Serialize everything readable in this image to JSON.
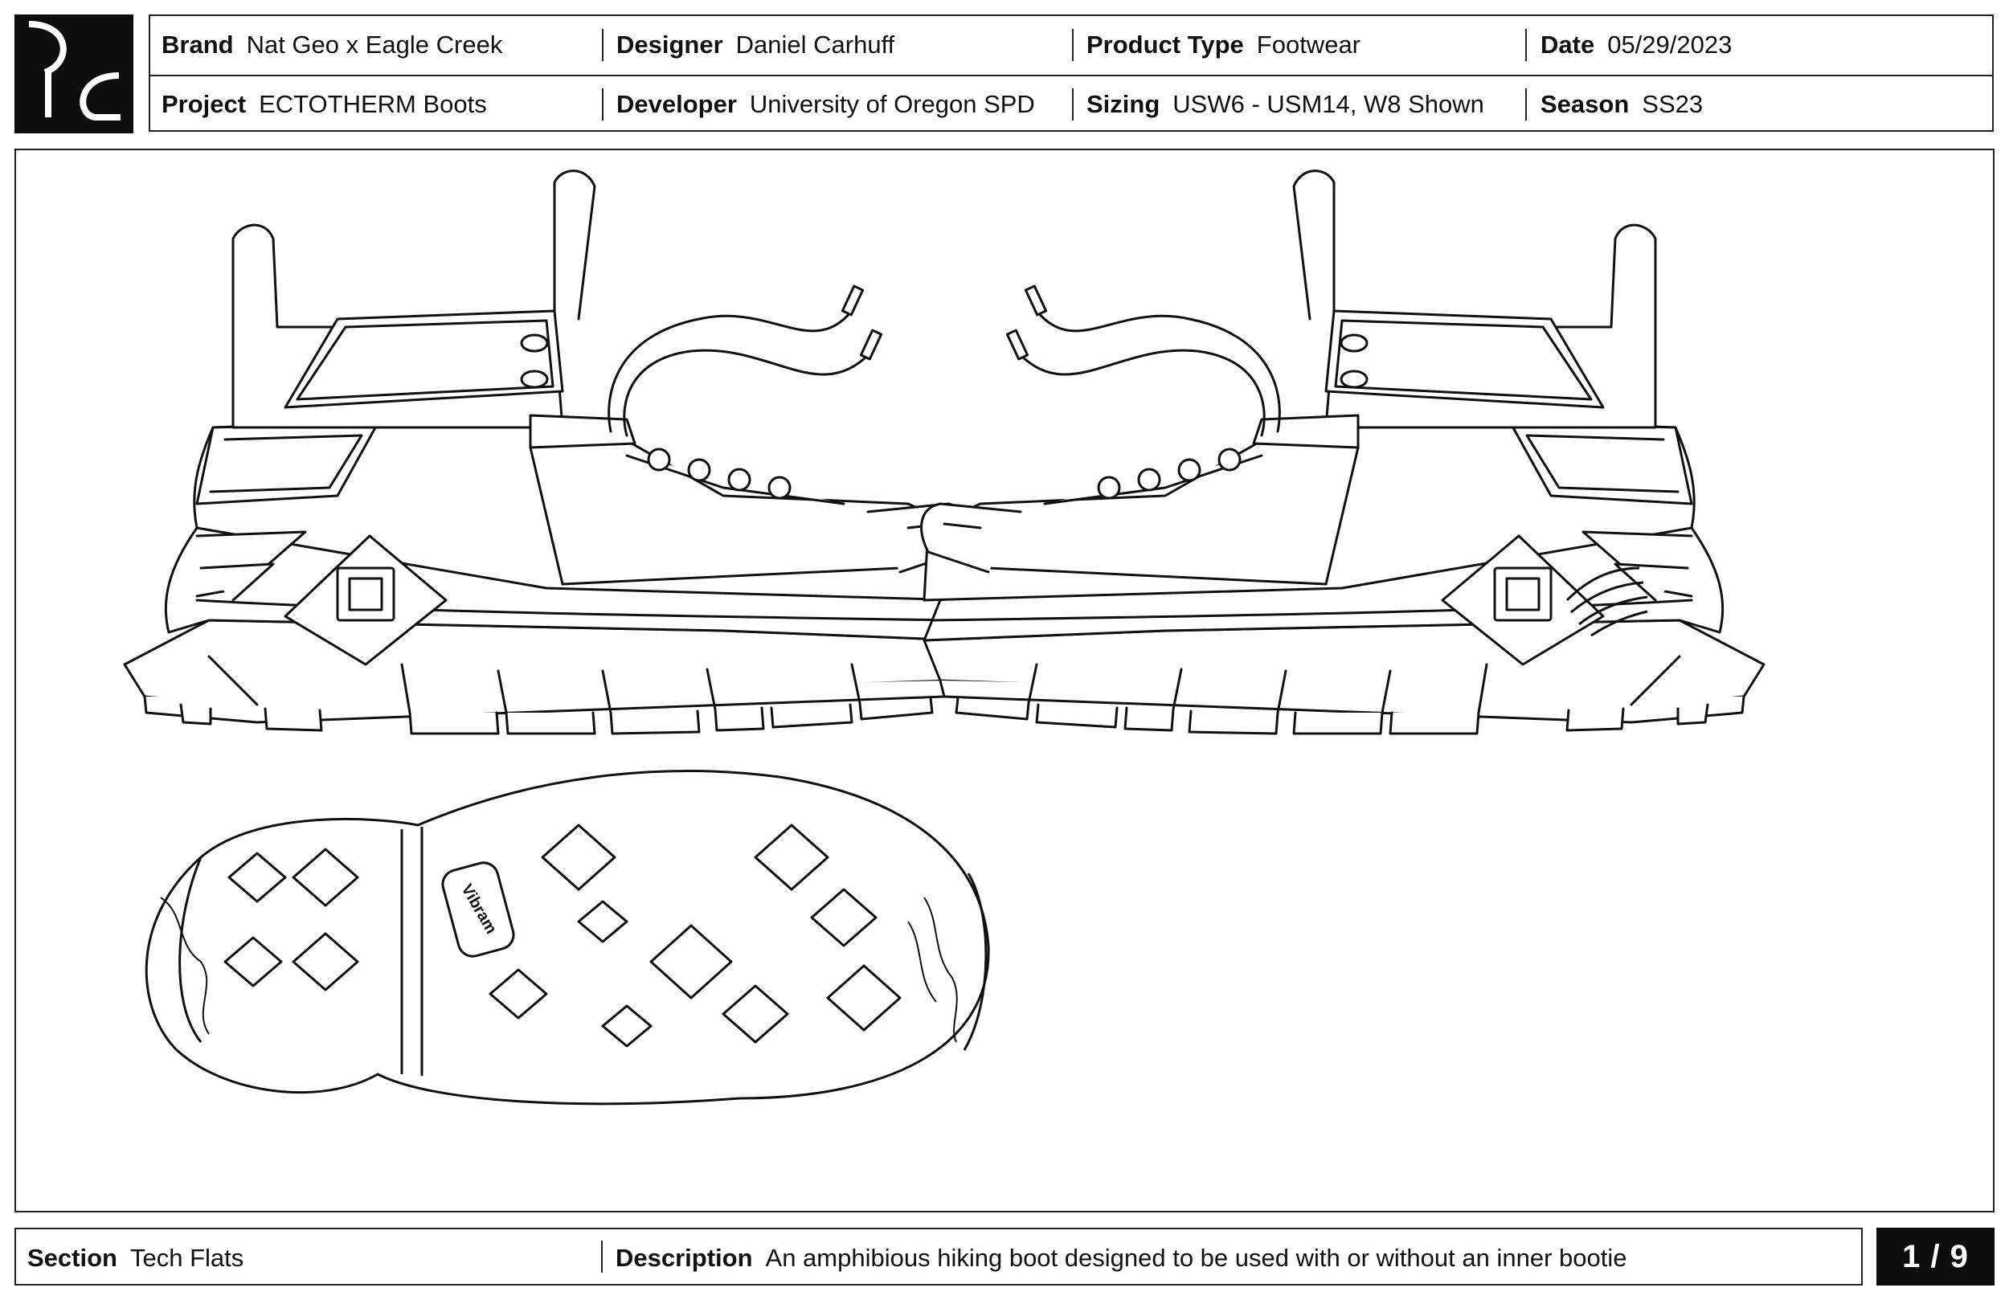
{
  "logo": {
    "icon": "dc-monogram-logo"
  },
  "header": {
    "brand": {
      "label": "Brand",
      "value": "Nat Geo x Eagle Creek"
    },
    "designer": {
      "label": "Designer",
      "value": "Daniel Carhuff"
    },
    "product_type": {
      "label": "Product Type",
      "value": "Footwear"
    },
    "date": {
      "label": "Date",
      "value": "05/29/2023"
    },
    "project": {
      "label": "Project",
      "value": "ECTOTHERM Boots"
    },
    "developer": {
      "label": "Developer",
      "value": "University of Oregon SPD"
    },
    "sizing": {
      "label": "Sizing",
      "value": "USW6 - USM14, W8 Shown"
    },
    "season": {
      "label": "Season",
      "value": "SS23"
    }
  },
  "drawings": {
    "views": [
      "lateral-side-view",
      "medial-side-view",
      "outsole-bottom-view"
    ],
    "outsole_logo_text": "Vibram"
  },
  "footer": {
    "section": {
      "label": "Section",
      "value": "Tech Flats"
    },
    "description": {
      "label": "Description",
      "value": "An amphibious hiking boot designed to be used with or without an inner bootie"
    },
    "page": "1 / 9"
  }
}
